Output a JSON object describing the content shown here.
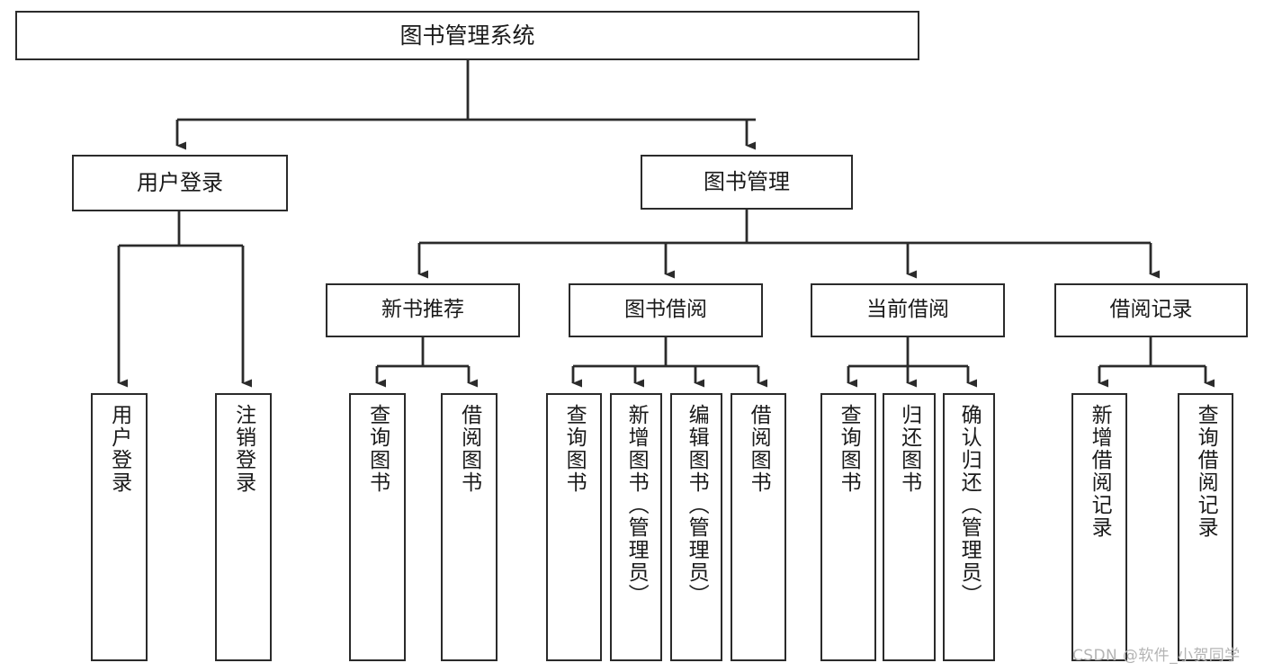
{
  "diagram": {
    "type": "tree-hierarchy-chart",
    "title": "图书管理系统",
    "watermark": "CSDN @软件_小贺同学",
    "colors": {
      "stroke": "#2b2b2b",
      "fill": "#ffffff",
      "text": "#1a1a1a",
      "watermark": "#b4b4b4"
    },
    "nodes": {
      "root": {
        "label": "图书管理系统"
      },
      "level2": [
        {
          "id": "user-login",
          "label": "用户登录"
        },
        {
          "id": "book-management",
          "label": "图书管理"
        }
      ],
      "level3": [
        {
          "id": "new-book-recommend",
          "label": "新书推荐"
        },
        {
          "id": "book-borrow",
          "label": "图书借阅"
        },
        {
          "id": "current-borrow",
          "label": "当前借阅"
        },
        {
          "id": "borrow-record",
          "label": "借阅记录"
        }
      ],
      "leaves": {
        "user-login": [
          {
            "id": "leaf-user-login",
            "label": "用户登录"
          },
          {
            "id": "leaf-logout-login",
            "label": "注销登录"
          }
        ],
        "new-book-recommend": [
          {
            "id": "leaf-query-book-1",
            "label": "查询图书"
          },
          {
            "id": "leaf-borrow-book-1",
            "label": "借阅图书"
          }
        ],
        "book-borrow": [
          {
            "id": "leaf-query-book-2",
            "label": "查询图书"
          },
          {
            "id": "leaf-add-book",
            "label": "新增图书（管理员）"
          },
          {
            "id": "leaf-edit-book",
            "label": "编辑图书（管理员）"
          },
          {
            "id": "leaf-borrow-book-2",
            "label": "借阅图书"
          }
        ],
        "current-borrow": [
          {
            "id": "leaf-query-book-3",
            "label": "查询图书"
          },
          {
            "id": "leaf-return-book",
            "label": "归还图书"
          },
          {
            "id": "leaf-confirm-return",
            "label": "确认归还（管理员）"
          }
        ],
        "borrow-record": [
          {
            "id": "leaf-add-record",
            "label": "新增借阅记录"
          },
          {
            "id": "leaf-query-record",
            "label": "查询借阅记录"
          }
        ]
      }
    }
  }
}
